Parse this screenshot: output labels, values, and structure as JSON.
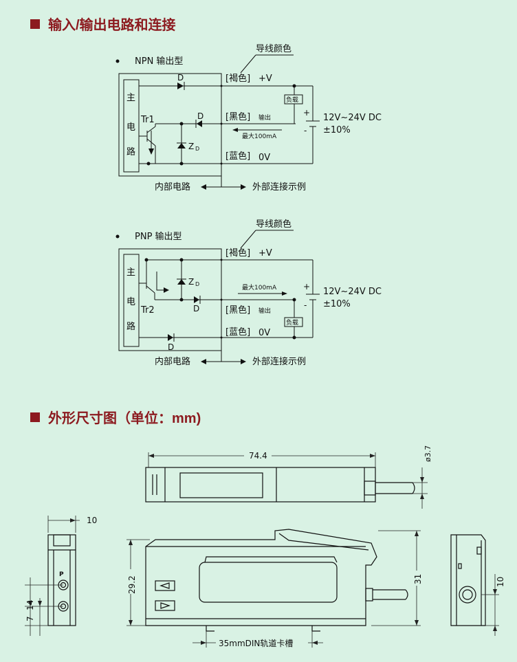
{
  "sections": {
    "circuit_title": "输入/输出电路和连接",
    "dimension_title": "外形尺寸图（单位：mm)"
  },
  "npn": {
    "type_label": "NPN 输出型",
    "wire_label": "导线颜色",
    "main_circuit_chars": [
      "主",
      "电",
      "路"
    ],
    "diode": "D",
    "transistor": "Tr1",
    "zener": "Z",
    "zener_sub": "D",
    "brown": "[褐色]",
    "plus_v": "+V",
    "black": "[黑色]",
    "output": "输出",
    "max_current": "最大100mA",
    "blue": "[蓝色]",
    "zero_v": "0V",
    "load": "负载",
    "plus": "+",
    "minus": "-",
    "voltage": "12V~24V DC",
    "tolerance": "±10%",
    "internal": "内部电路",
    "external": "外部连接示例"
  },
  "pnp": {
    "type_label": "PNP 输出型",
    "wire_label": "导线颜色",
    "main_circuit_chars": [
      "主",
      "电",
      "路"
    ],
    "diode": "D",
    "transistor": "Tr2",
    "zener": "Z",
    "zener_sub": "D",
    "brown": "[褐色]",
    "plus_v": "+V",
    "black": "[黑色]",
    "output": "输出",
    "max_current": "最大100mA",
    "blue": "[蓝色]",
    "zero_v": "0V",
    "load": "负载",
    "plus": "+",
    "minus": "-",
    "voltage": "12V~24V DC",
    "tolerance": "±10%",
    "internal": "内部电路",
    "external": "外部连接示例"
  },
  "dimensions": {
    "length": "74.4",
    "cable_dia": "ø3.7",
    "side_width": "10",
    "height": "29.2",
    "total_height": "31",
    "right_dim": "10",
    "spacing_14": "14",
    "spacing_7": "7",
    "p_mark": "P",
    "din_rail": "35mmDIN轨道卡槽"
  },
  "colors": {
    "heading": "#8c1a1f",
    "background": "#d9f2e4",
    "line": "#111111"
  }
}
